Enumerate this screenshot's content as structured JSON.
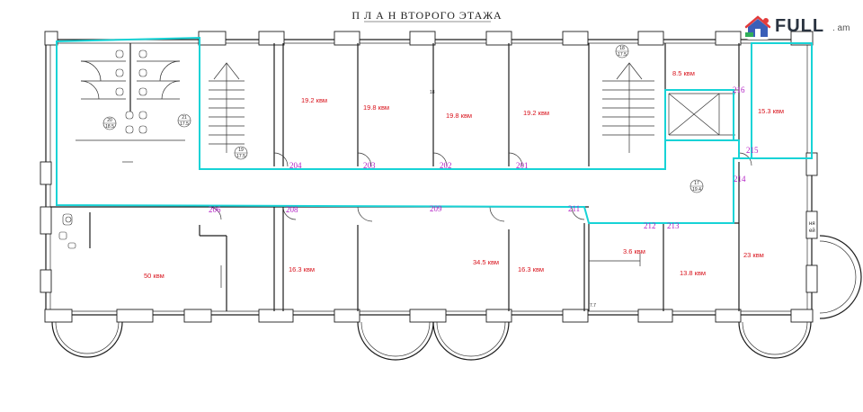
{
  "title": "П Л А Н   ВТОРОГО ЭТАЖА",
  "logo": {
    "main": "FULL",
    "sub": ". am"
  },
  "rooms": {
    "r1": "19.2 квм",
    "r2": "19.8 квм",
    "r3": "19.8 квм",
    "r4": "19.2 квм",
    "r5": "8.5 квм",
    "r6": "15.3 квм",
    "r7": "50 квм",
    "r8": "16.3 квм",
    "r9": "34.5 квм",
    "r10": "16.3 квм",
    "r11": "3.6 квм",
    "r12": "13.8 квм",
    "r13": "23 квм"
  },
  "numbers": {
    "n201": "201",
    "n202": "202",
    "n203": "203",
    "n204": "204",
    "n206": "206",
    "n208": "208",
    "n209": "209",
    "n211": "211",
    "n212": "212",
    "n213": "213",
    "n214": "214",
    "n215": "215",
    "n216": "216"
  },
  "circles": {
    "c20a": "20",
    "c20b": "18.5",
    "c21a": "21",
    "c21b": "17.5",
    "c19a": "19",
    "c19b": "17.5",
    "c18a": "18",
    "c18b": "17.5",
    "c17a": "17",
    "c17b": "19.4"
  },
  "misc": {
    "partial": "ня",
    "partial2": "ей",
    "mark": "7.7",
    "tiny": "18"
  },
  "colors": {
    "highlight": "#17d3d6",
    "area_text": "#d8121b",
    "room_number": "#b21fc4"
  }
}
